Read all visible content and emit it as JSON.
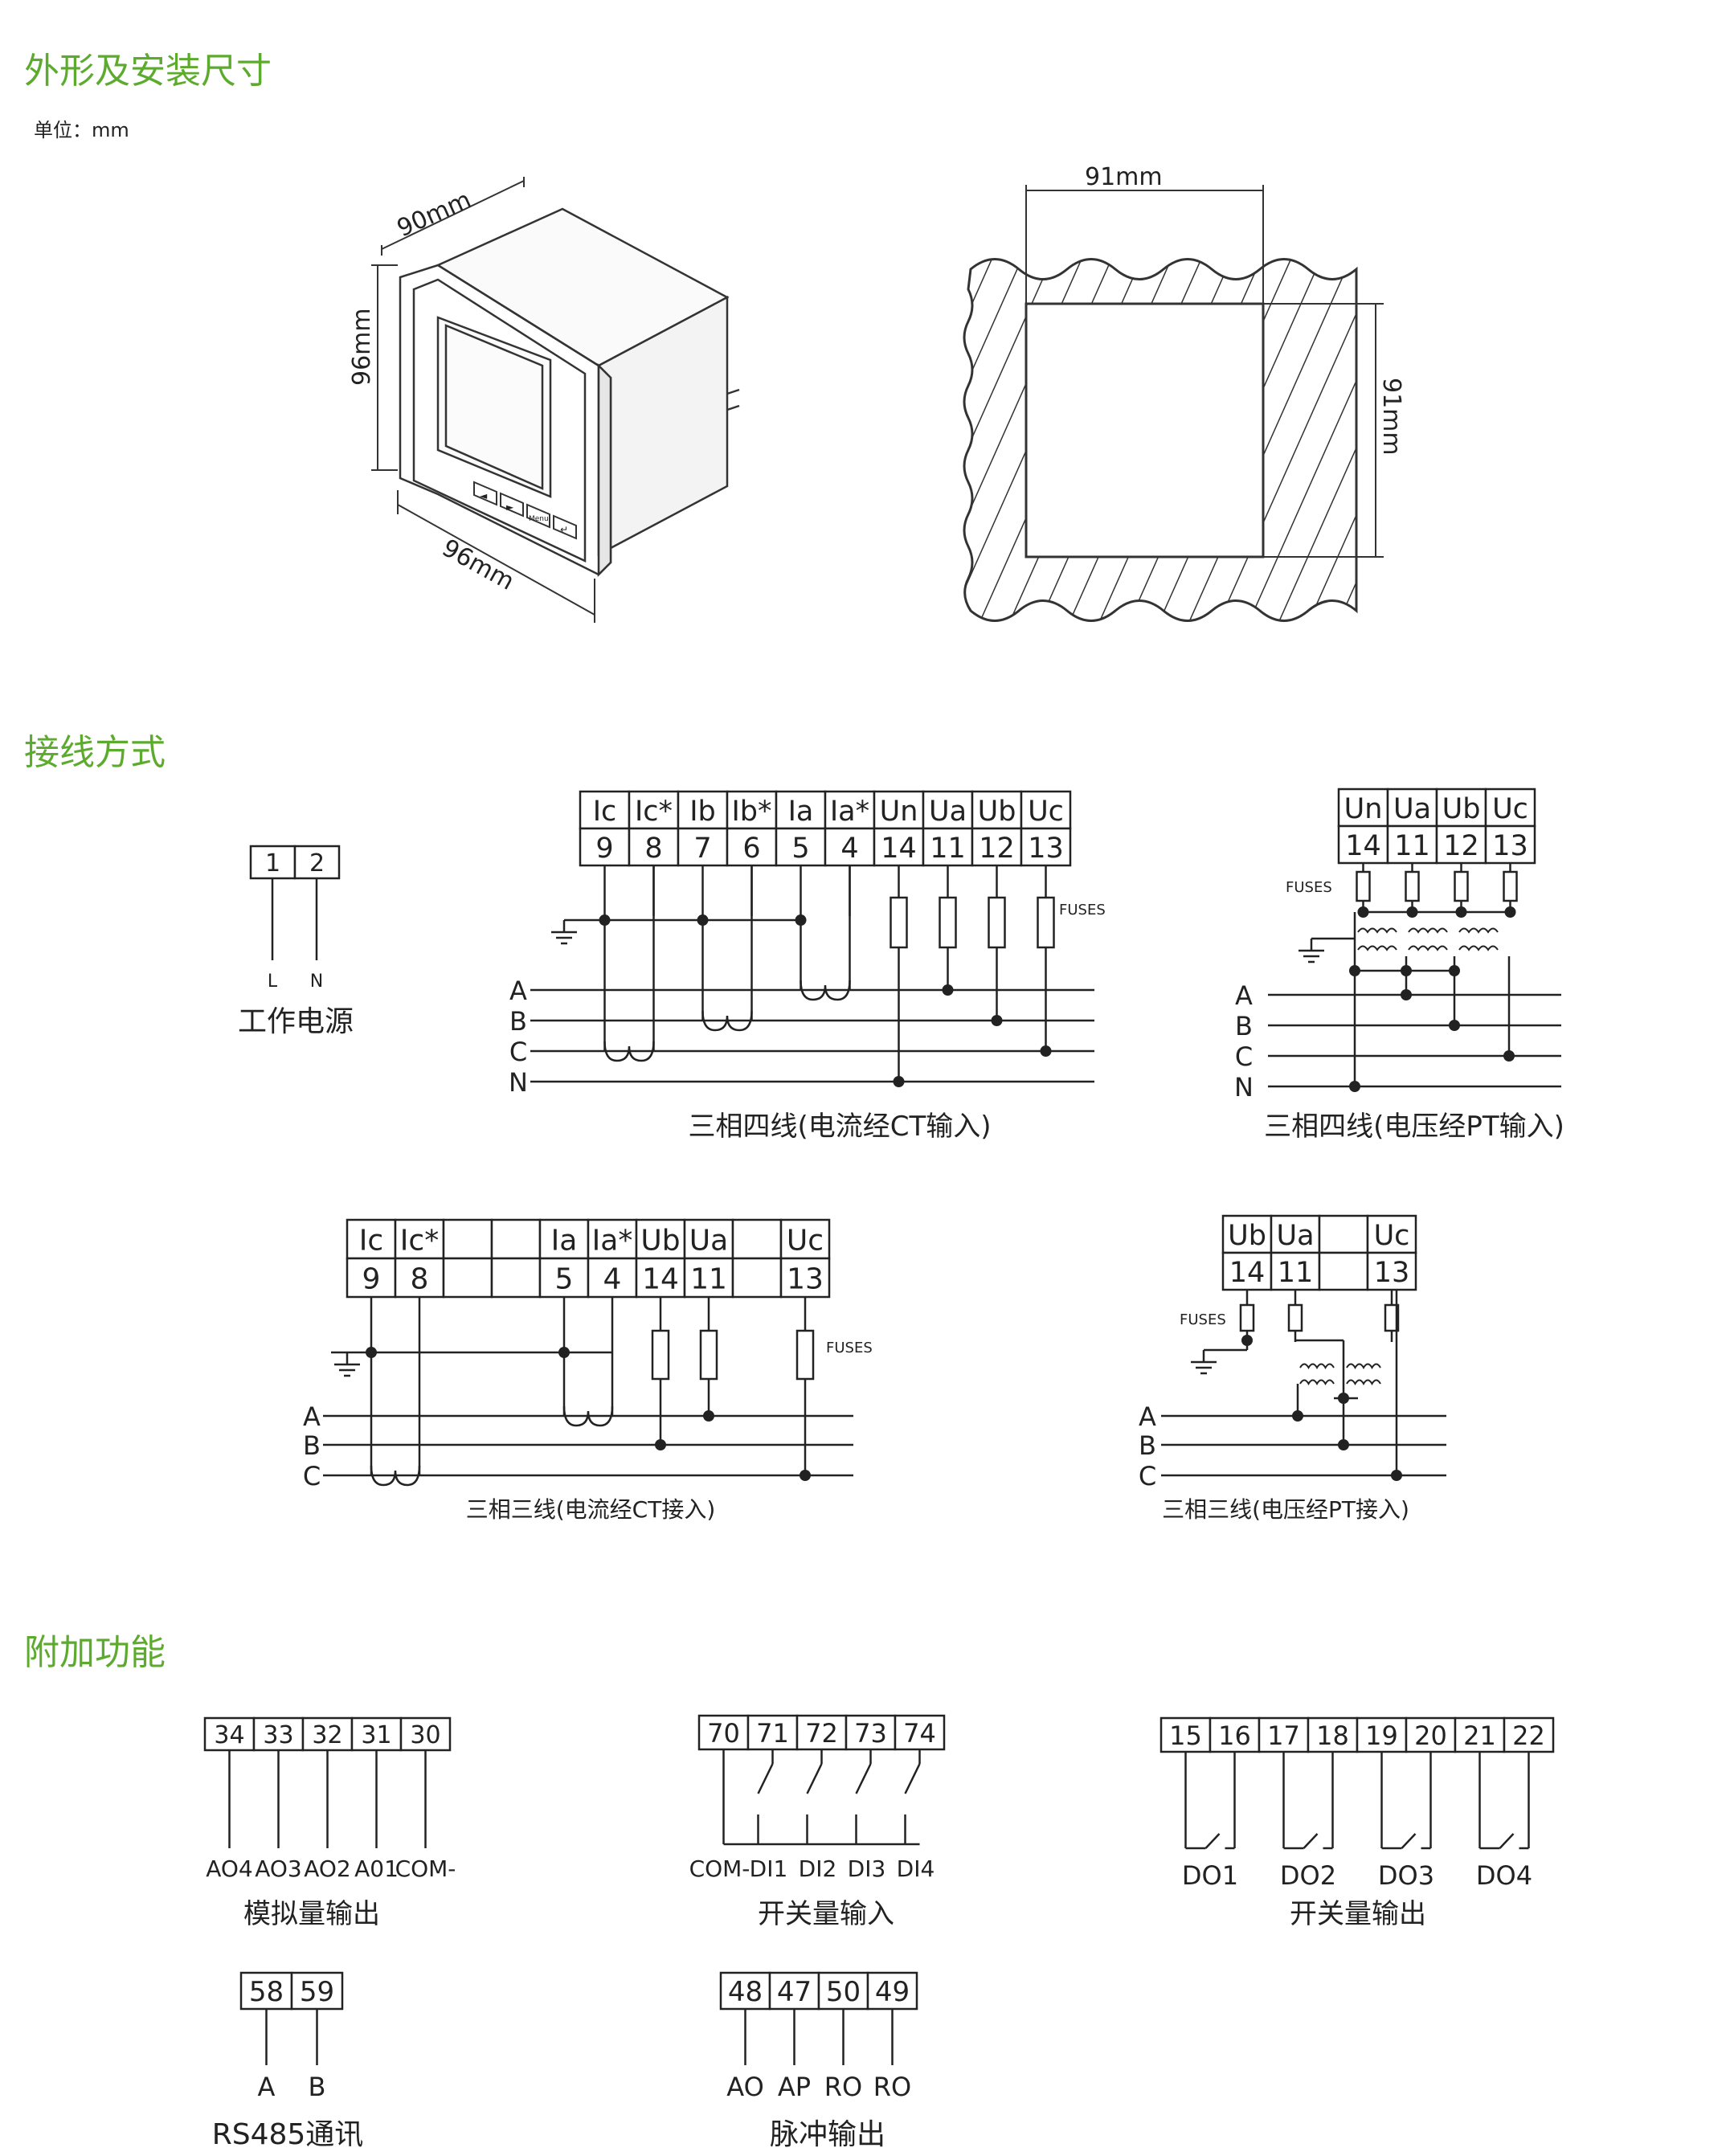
{
  "sections": {
    "dimensions_title": "外形及安装尺寸",
    "wiring_title": "接线方式",
    "functions_title": "附加功能"
  },
  "dimensions": {
    "unit_label": "单位：mm",
    "front_width": "96mm",
    "front_height": "96mm",
    "depth": "90mm",
    "cutout_width": "91mm",
    "cutout_height": "91mm",
    "keys": [
      "◄",
      "►",
      "Menu",
      "↵"
    ]
  },
  "power": {
    "terminals": [
      "1",
      "2"
    ],
    "labels": [
      "L",
      "N"
    ],
    "caption": "工作电源"
  },
  "ct4": {
    "top": [
      "Ic",
      "Ic*",
      "Ib",
      "Ib*",
      "Ia",
      "Ia*",
      "Un",
      "Ua",
      "Ub",
      "Uc"
    ],
    "bot": [
      "9",
      "8",
      "7",
      "6",
      "5",
      "4",
      "14",
      "11",
      "12",
      "13"
    ],
    "phases": [
      "A",
      "B",
      "C",
      "N"
    ],
    "fuses": "FUSES",
    "caption": "三相四线(电流经CT输入)"
  },
  "pt4": {
    "top": [
      "Un",
      "Ua",
      "Ub",
      "Uc"
    ],
    "bot": [
      "14",
      "11",
      "12",
      "13"
    ],
    "phases": [
      "A",
      "B",
      "C",
      "N"
    ],
    "fuses": "FUSES",
    "caption": "三相四线(电压经PT输入)"
  },
  "ct3": {
    "top": [
      "Ic",
      "Ic*",
      "",
      "",
      "Ia",
      "Ia*",
      "Ub",
      "Ua",
      "",
      "Uc"
    ],
    "bot": [
      "9",
      "8",
      "",
      "",
      "5",
      "4",
      "14",
      "11",
      "",
      "13"
    ],
    "phases": [
      "A",
      "B",
      "C"
    ],
    "fuses": "FUSES",
    "caption": "三相三线(电流经CT接入)"
  },
  "pt3": {
    "top": [
      "Ub",
      "Ua",
      "",
      "Uc"
    ],
    "bot": [
      "14",
      "11",
      "",
      "13"
    ],
    "phases": [
      "A",
      "B",
      "C"
    ],
    "fuses": "FUSES",
    "caption": "三相三线(电压经PT接入)"
  },
  "analog_out": {
    "terminals": [
      "34",
      "33",
      "32",
      "31",
      "30"
    ],
    "labels": [
      "AO4",
      "AO3",
      "AO2",
      "A01",
      "COM-"
    ],
    "caption": "模拟量输出"
  },
  "digital_in": {
    "terminals": [
      "70",
      "71",
      "72",
      "73",
      "74"
    ],
    "labels": [
      "COM-",
      "DI1",
      "DI2",
      "DI3",
      "DI4"
    ],
    "caption": "开关量输入"
  },
  "digital_out": {
    "terminals": [
      "15",
      "16",
      "17",
      "18",
      "19",
      "20",
      "21",
      "22"
    ],
    "labels": [
      "DO1",
      "DO2",
      "DO3",
      "DO4"
    ],
    "caption": "开关量输出"
  },
  "rs485": {
    "terminals": [
      "58",
      "59"
    ],
    "labels": [
      "A",
      "B"
    ],
    "caption": "RS485通讯"
  },
  "pulse": {
    "terminals": [
      "48",
      "47",
      "50",
      "49"
    ],
    "labels": [
      "AO",
      "AP",
      "RO",
      "RO"
    ],
    "caption": "脉冲输出"
  },
  "colors": {
    "accent": "#5dab2e",
    "line": "#222222"
  }
}
